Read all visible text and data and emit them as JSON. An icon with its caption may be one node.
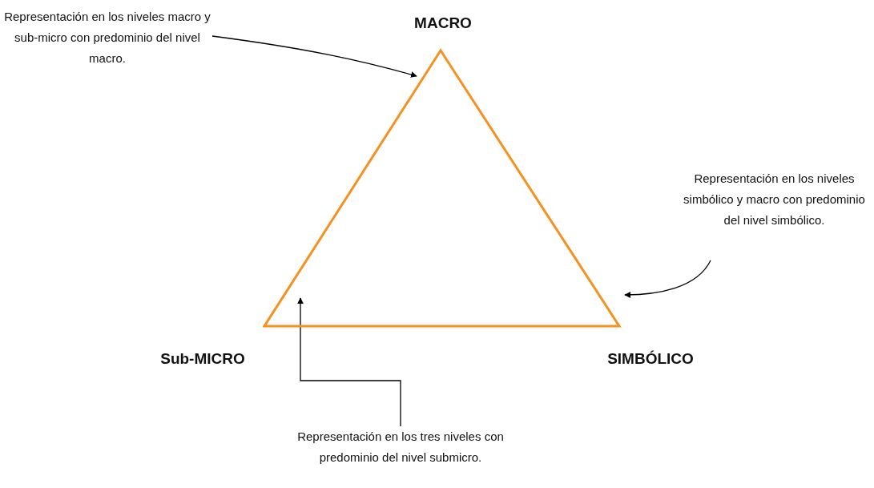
{
  "diagram": {
    "nodes": [
      {
        "text": [],
        "shape": "triangle"
      },
      {
        "text": [
          "Representación en los niveles macro y sub-micro con predominio del nivel macro."
        ]
      },
      {
        "text": [
          "Representación en los niveles simbólico y macro con predominio del nivel simbólico."
        ]
      },
      {
        "text": [
          "Representación en los tres niveles con predominio del nivel submicro."
        ]
      }
    ],
    "edges": [
      {
        "from": 1,
        "to": 0,
        "arrow": "to"
      },
      {
        "from": 2,
        "to": 0,
        "arrow": "to"
      },
      {
        "from": 3,
        "to": 0,
        "arrow": "to"
      }
    ],
    "labels": [
      "MACRO",
      "Sub-MICRO",
      "SIMBÓLICO"
    ]
  }
}
